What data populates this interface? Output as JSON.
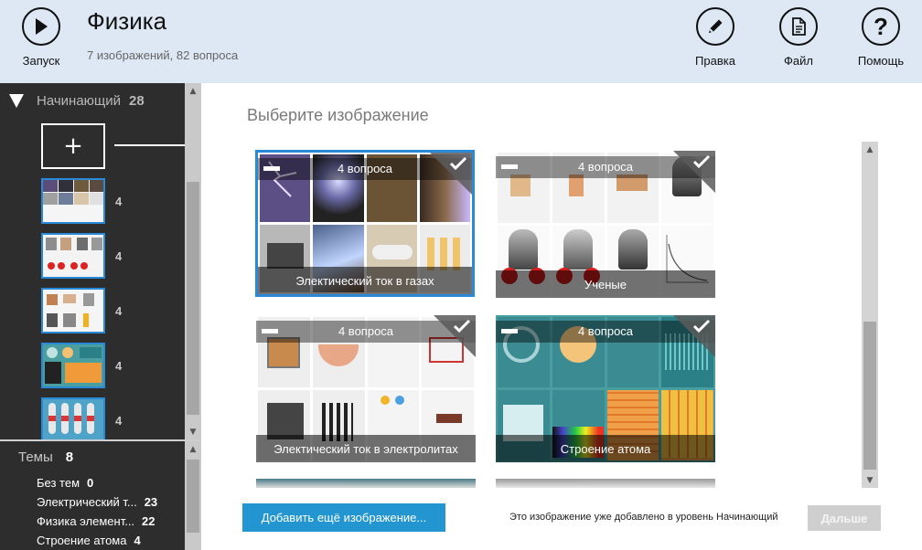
{
  "header": {
    "run_label": "Запуск",
    "title": "Физика",
    "subtitle": "7 изображений, 82 вопроса",
    "edit_label": "Правка",
    "file_label": "Файл",
    "help_label": "Помощь"
  },
  "sidebar": {
    "level_name": "Начинающий",
    "level_count": "28",
    "add_symbol": "+",
    "thumbs": [
      {
        "count": "4"
      },
      {
        "count": "4"
      },
      {
        "count": "4"
      },
      {
        "count": "4"
      },
      {
        "count": "4"
      }
    ],
    "topics_label": "Темы",
    "topics_count": "8",
    "topics": [
      {
        "name": "Без тем",
        "count": "0"
      },
      {
        "name": "Электрический т...",
        "count": "23"
      },
      {
        "name": "Физика элемент...",
        "count": "22"
      },
      {
        "name": "Строение атома",
        "count": "4"
      }
    ]
  },
  "main": {
    "title": "Выберите изображение",
    "cards": [
      {
        "questions": "4 вопроса",
        "name": "Электический ток в газах",
        "selected": true
      },
      {
        "questions": "4 вопроса",
        "name": "Ученые",
        "selected": false
      },
      {
        "questions": "4 вопроса",
        "name": "Электический ток в электролитах",
        "selected": false
      },
      {
        "questions": "4 вопроса",
        "name": "Строение атома",
        "selected": false
      }
    ],
    "add_more_label": "Добавить ещё изображение...",
    "status_text": "Это изображение уже добавлено в уровень Начинающий",
    "next_label": "Дальше"
  },
  "colors": {
    "header_bg": "#dde8f4",
    "sidebar_bg": "#2d2d2d",
    "accent_blue": "#2b8ad8",
    "button_blue": "#2396d2",
    "disabled_button": "#cfcfcf"
  },
  "icons": {
    "run": "play-icon",
    "edit": "pencil-icon",
    "file": "file-icon",
    "help": "question-icon",
    "expand": "triangle-down-icon",
    "check": "checkmark-icon",
    "deselect": "minus-icon"
  }
}
